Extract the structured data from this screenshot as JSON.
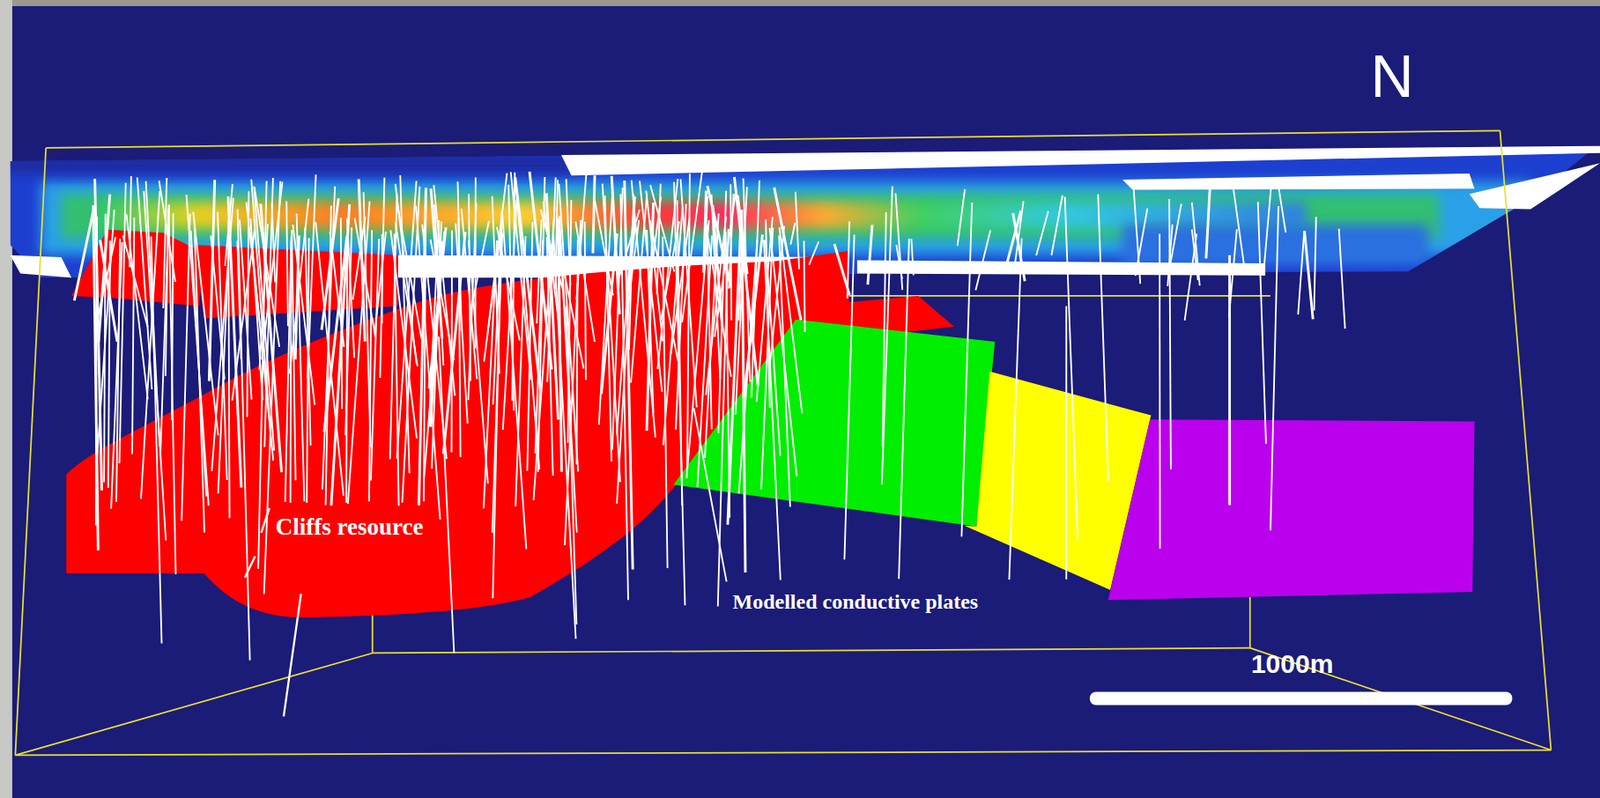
{
  "diagram": {
    "labels": [
      "N",
      "Cliffs resource",
      "Modelled conductive plates",
      "1000m"
    ]
  }
}
